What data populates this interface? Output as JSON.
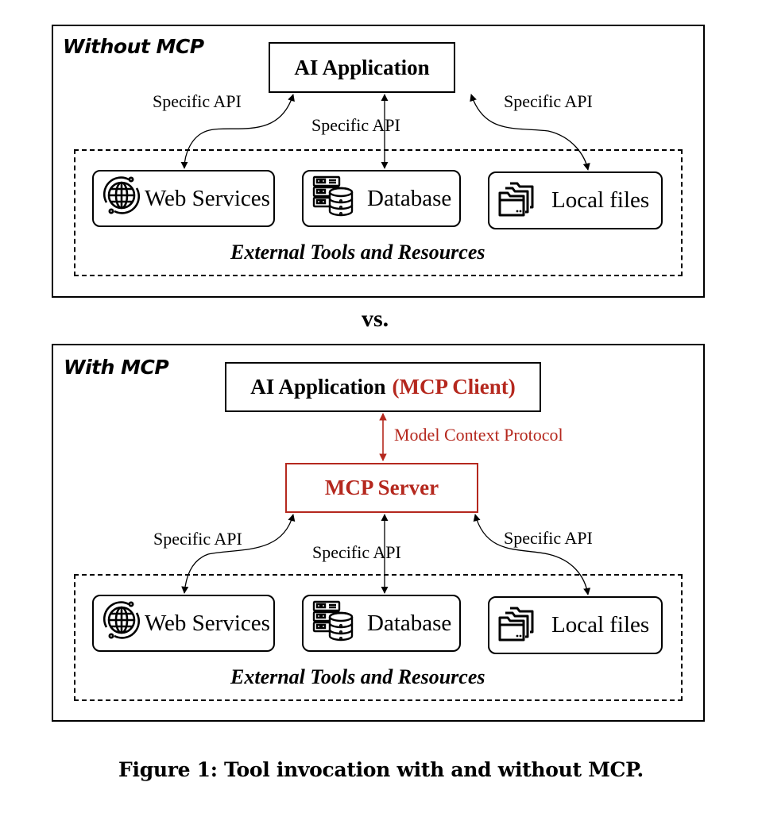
{
  "without_mcp": {
    "title": "Without MCP",
    "app_label": "AI Application",
    "api_labels": [
      "Specific API",
      "Specific API",
      "Specific API"
    ],
    "resources": [
      {
        "label": "Web Services",
        "icon": "globe-icon"
      },
      {
        "label": "Database",
        "icon": "database-server-icon"
      },
      {
        "label": "Local files",
        "icon": "folders-icon"
      }
    ],
    "group_label": "External Tools and Resources"
  },
  "separator": "vs.",
  "with_mcp": {
    "title": "With MCP",
    "app_label": "AI Application",
    "app_label_suffix": "(MCP Client)",
    "protocol_label": "Model Context Protocol",
    "server_label": "MCP Server",
    "api_labels": [
      "Specific API",
      "Specific API",
      "Specific API"
    ],
    "resources": [
      {
        "label": "Web Services",
        "icon": "globe-icon"
      },
      {
        "label": "Database",
        "icon": "database-server-icon"
      },
      {
        "label": "Local files",
        "icon": "folders-icon"
      }
    ],
    "group_label": "External Tools and Resources"
  },
  "colors": {
    "mcp_accent": "#b5281e",
    "line": "#000000"
  },
  "caption": "Figure 1: Tool invocation with and without MCP."
}
